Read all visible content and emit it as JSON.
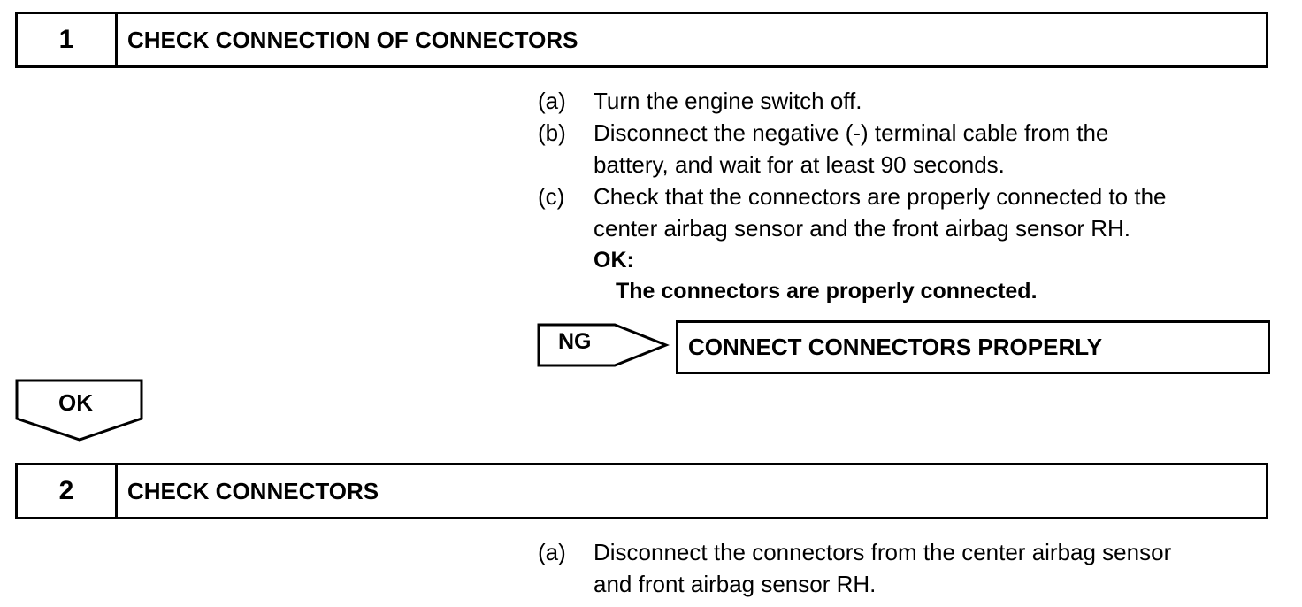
{
  "steps": [
    {
      "number": "1",
      "title": "CHECK CONNECTION OF CONNECTORS",
      "items": [
        {
          "label": "(a)",
          "line1": "Turn the engine switch off."
        },
        {
          "label": "(b)",
          "line1": "Disconnect the negative (-) terminal cable from the",
          "line2": "battery, and wait for at least 90 seconds."
        },
        {
          "label": "(c)",
          "line1": "Check that the connectors are properly connected to the",
          "line2": "center airbag sensor and the front airbag sensor RH."
        }
      ],
      "ok_heading": "OK:",
      "ok_value": "The connectors are properly connected.",
      "ng_label": "NG",
      "ng_action": "CONNECT CONNECTORS PROPERLY",
      "ok_arrow_label": "OK"
    },
    {
      "number": "2",
      "title": "CHECK CONNECTORS",
      "items": [
        {
          "label": "(a)",
          "line1": "Disconnect the connectors from the center airbag sensor",
          "line2": "and front airbag sensor RH."
        }
      ]
    }
  ]
}
